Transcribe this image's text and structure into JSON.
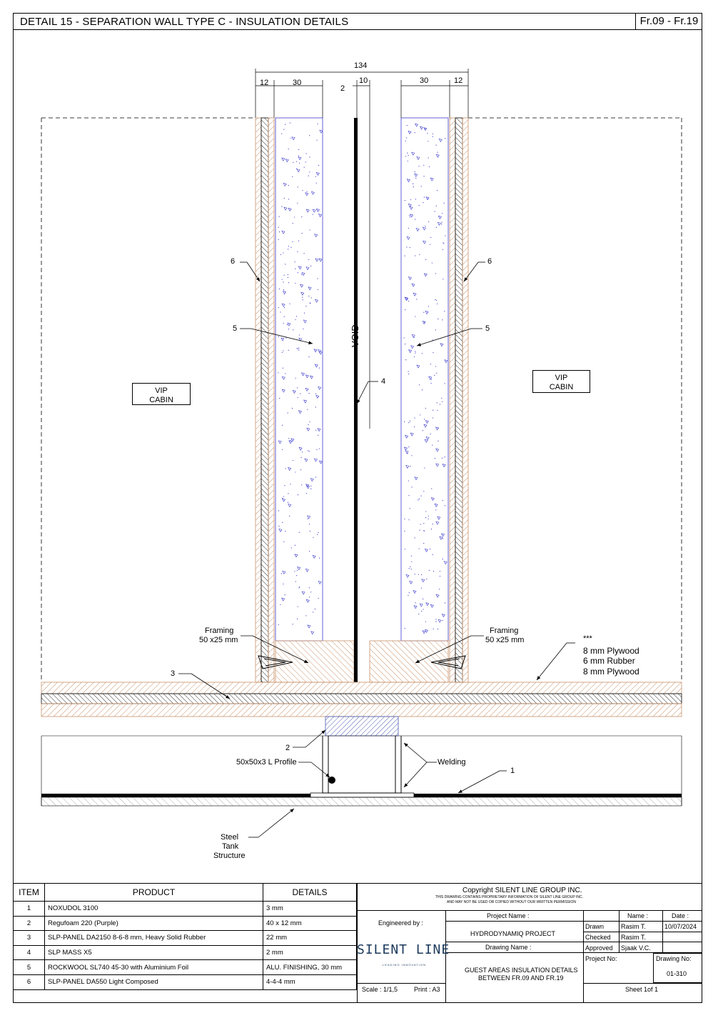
{
  "title": "DETAIL 15 - SEPARATION WALL TYPE C - INSULATION DETAILS",
  "frame_ref": "Fr.09 - Fr.19",
  "dimensions": {
    "overall": "134",
    "left_outer": "12",
    "left_insulation": "30",
    "gap": "2",
    "void": "10",
    "right_insulation": "30",
    "right_outer": "12"
  },
  "labels": {
    "void": "VOID",
    "cabin_left_1": "VIP",
    "cabin_left_2": "CABIN",
    "cabin_right_1": "VIP",
    "cabin_right_2": "CABIN",
    "callout_6_left": "6",
    "callout_6_right": "6",
    "callout_5_left": "5",
    "callout_5_right": "5",
    "callout_4": "4",
    "callout_3": "3",
    "callout_2": "2",
    "callout_1": "1",
    "framing_left_1": "Framing",
    "framing_left_2": "50 x25 mm",
    "framing_right_1": "Framing",
    "framing_right_2": "50 x25 mm",
    "floor_stars": "***",
    "floor_1": "8 mm Plywood",
    "floor_2": "6 mm Rubber",
    "floor_3": "8 mm Plywood",
    "profile": "50x50x3 L Profile",
    "welding": "Welding",
    "steel_1": "Steel",
    "steel_2": "Tank",
    "steel_3": "Structure"
  },
  "items_table": {
    "headers": [
      "ITEM",
      "PRODUCT",
      "DETAILS"
    ],
    "rows": [
      {
        "item": "1",
        "product": "NOXUDOL 3100",
        "details": "3 mm"
      },
      {
        "item": "2",
        "product": "Regufoam 220 (Purple)",
        "details": "40 x 12 mm"
      },
      {
        "item": "3",
        "product": "SLP-PANEL DA2150 8-6-8 mm, Heavy Solid Rubber",
        "details": "22 mm"
      },
      {
        "item": "4",
        "product": "SLP MASS X5",
        "details": "2 mm"
      },
      {
        "item": "5",
        "product": "ROCKWOOL SL740 45-30 with Aluminium Foil",
        "details": "ALU. FINISHING, 30 mm"
      },
      {
        "item": "6",
        "product": "SLP-PANEL DA550 Light Composed",
        "details": "4-4-4 mm"
      }
    ]
  },
  "title_block": {
    "copyright": "Copyright SILENT LINE GROUP INC.",
    "notice_1": "THIS DRAWING CONTAINS PROPRIETARY INFORMATION OF SILENT LINE GROUP INC.",
    "notice_2": "AND MAY NOT BE USED OR COPIED WITHOUT OUR WRITTEN PERMISSION",
    "engineered_by": "Engineered by :",
    "logo_text": "SILENT LINE",
    "logo_tagline": "LEADING INNOVATION",
    "project_name_label": "Project Name :",
    "project_name": "HYDRODYNAMIQ PROJECT",
    "drawing_name_label": "Drawing Name :",
    "drawing_name_1": "GUEST AREAS INSULATION DETAILS",
    "drawing_name_2": "BETWEEN FR.09 AND FR.19",
    "scale": "Scale : 1/1,5",
    "print": "Print : A3",
    "name_label": "Name :",
    "date_label": "Date :",
    "drawn_label": "Drawn",
    "drawn_name": "Rasim T.",
    "drawn_date": "10/07/2024",
    "checked_label": "Checked",
    "checked_name": "Rasim T.",
    "approved_label": "Approved",
    "approved_name": "Sjaak V.C.",
    "project_no_label": "Project No:",
    "drawing_no_label": "Drawing No:",
    "drawing_no": "01-310",
    "sheet": "Sheet 1of 1"
  },
  "colors": {
    "framing_hatch": "#c8926a",
    "insulation_dots": "#3a3acd",
    "mass_hatch": "#4b5bb0"
  }
}
